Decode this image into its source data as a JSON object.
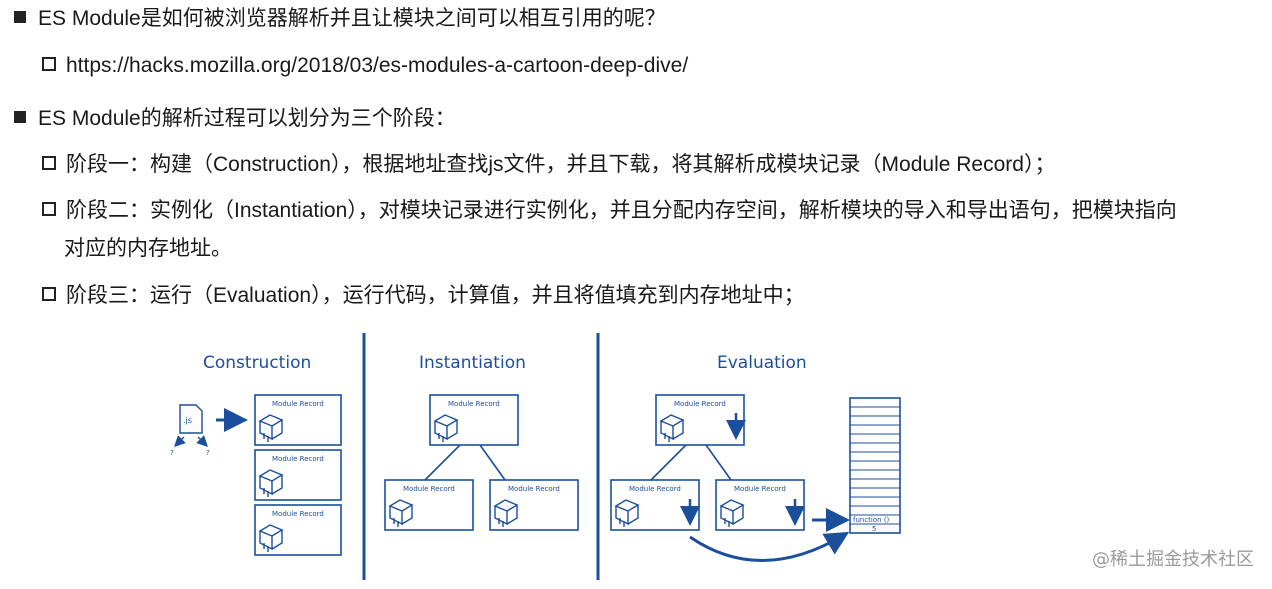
{
  "items": [
    {
      "bullet": "filled",
      "text": "ES Module是如何被浏览器解析并且让模块之间可以相互引用的呢？"
    },
    {
      "bullet": "hollow",
      "text": "https://hacks.mozilla.org/2018/03/es-modules-a-cartoon-deep-dive/"
    },
    {
      "bullet": "filled",
      "text": "ES Module的解析过程可以划分为三个阶段："
    },
    {
      "bullet": "hollow",
      "text": "阶段一：构建（Construction），根据地址查找js文件，并且下载，将其解析成模块记录（Module Record）；"
    },
    {
      "bullet": "hollow",
      "text": "阶段二：实例化（Instantiation），对模块记录进行实例化，并且分配内存空间，解析模块的导入和导出语句，把模块指向"
    },
    {
      "bullet": "none",
      "text": "对应的内存地址。"
    },
    {
      "bullet": "hollow",
      "text": "阶段三：运行（Evaluation），运行代码，计算值，并且将值填充到内存地址中；"
    }
  ],
  "diagram": {
    "sections": [
      "Construction",
      "Instantiation",
      "Evaluation"
    ],
    "module_record_label": "Module Record",
    "file_label": ".js",
    "question_marks": [
      "?",
      "?"
    ],
    "memory_labels": [
      "function ()",
      "5"
    ],
    "colors": {
      "accent": "#1b4f9c"
    }
  },
  "watermark": "@稀土掘金技术社区"
}
